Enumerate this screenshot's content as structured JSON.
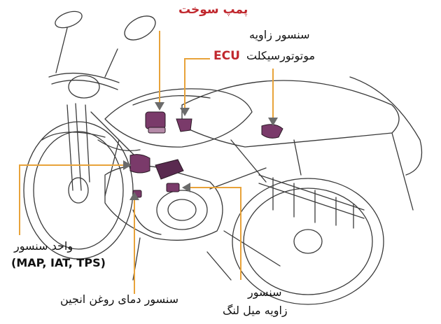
{
  "diagram": {
    "labels": {
      "fuel_pump": "پمپ سوخت",
      "tilt_sensor_line1": "سنسور زاویه",
      "tilt_sensor_line2_prefix": "موتوتورسیکلت",
      "ecu": "ECU",
      "sensor_unit_line1": "واحد سنسور",
      "sensor_unit_line2": "(MAP, IAT, TPS)",
      "oil_temp_sensor": "سنسور دمای روغن انجین",
      "crank_sensor_line1": "سنسور",
      "crank_sensor_line2": "زاویه میل لنگ"
    },
    "colors": {
      "leader": "#e8a33a",
      "arrow_head": "#6b6b6b",
      "component": "#7a3a6a",
      "red_text": "#c0272d",
      "outline": "#3a3a3a"
    }
  }
}
